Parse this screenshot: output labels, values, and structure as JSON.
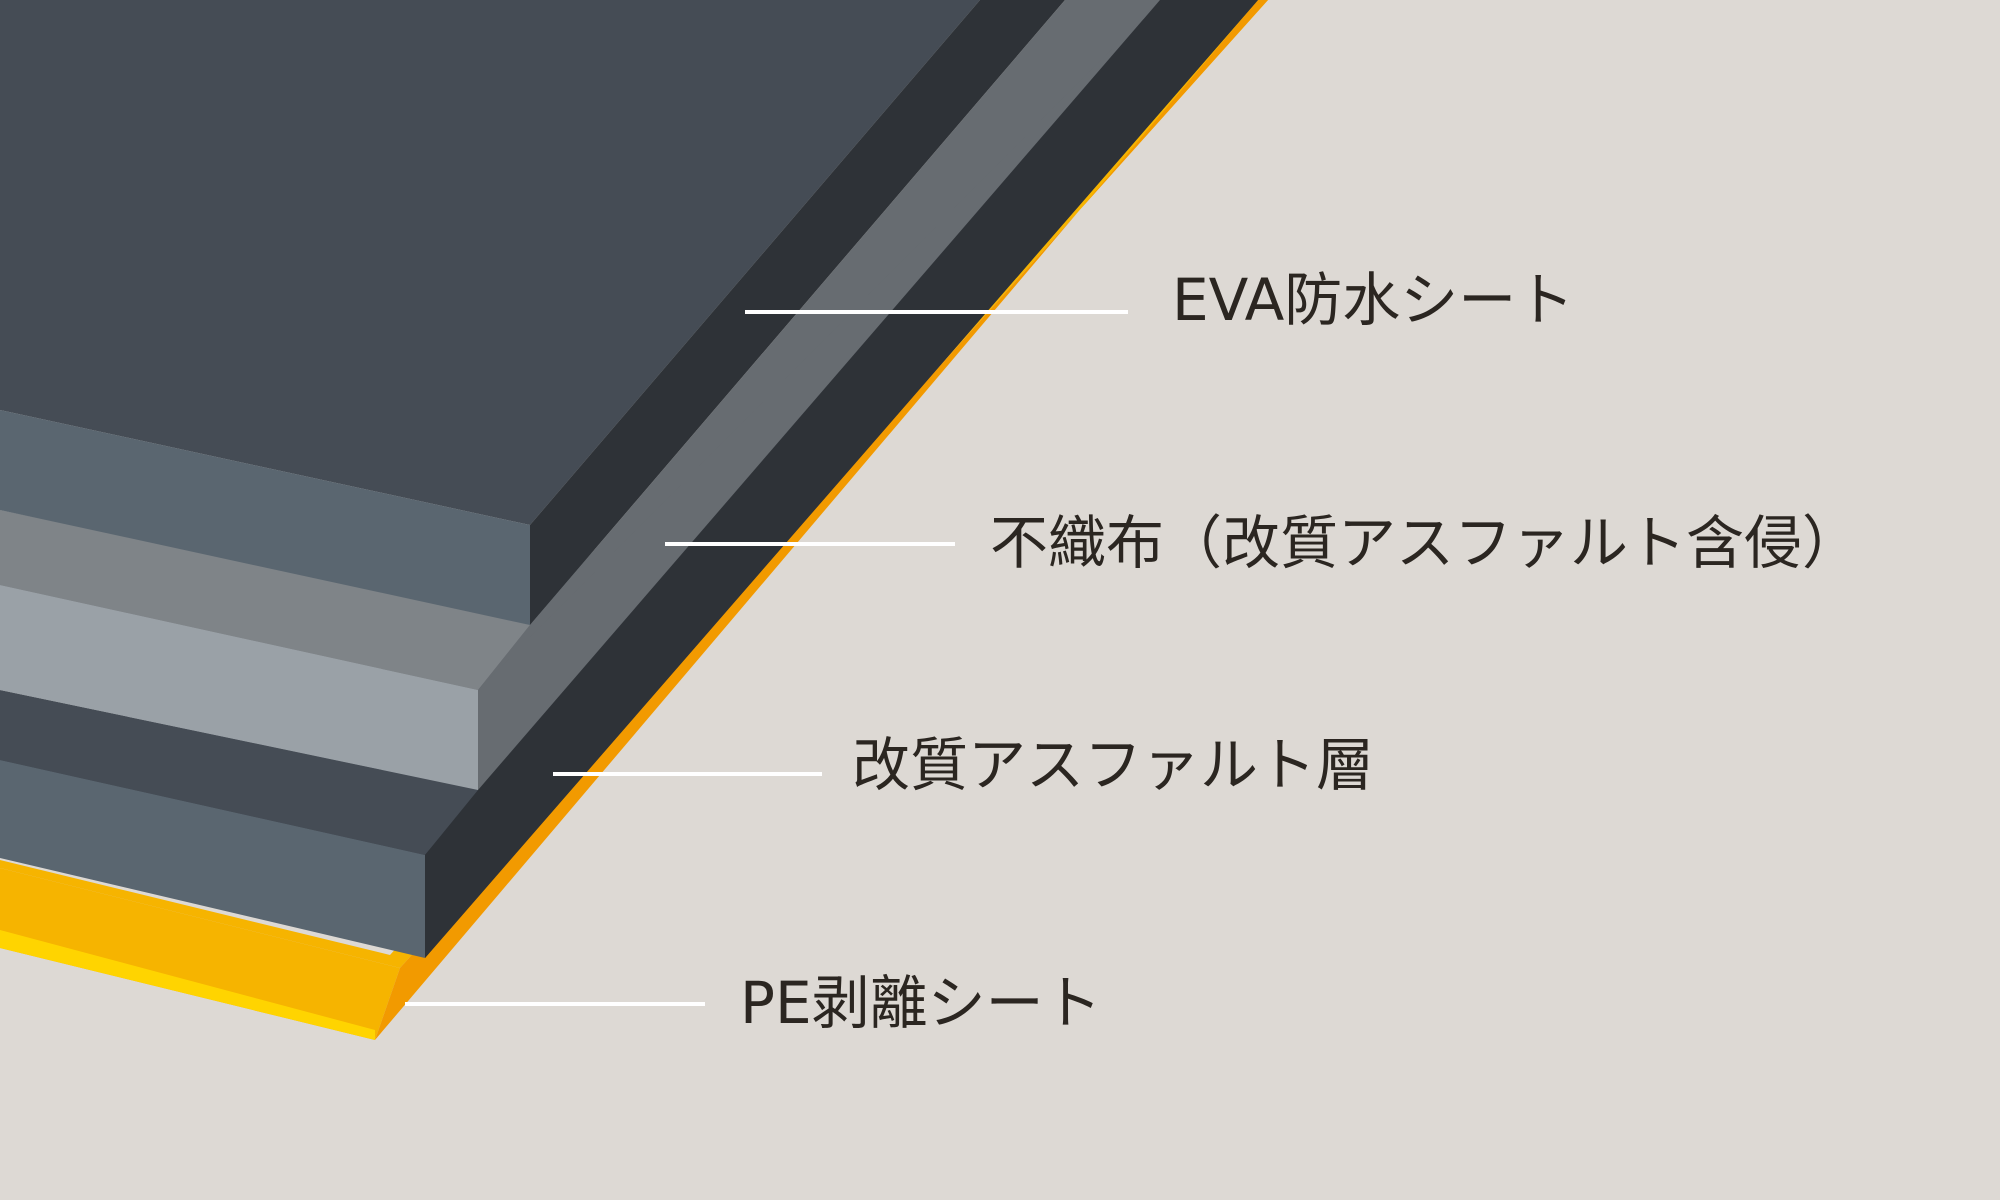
{
  "labels": {
    "eva": "EVA防水シート",
    "fabric": "不織布（改質アスファルト含侵）",
    "asphalt": "改質アスファルト層",
    "pe": "PE剥離シート"
  },
  "colors": {
    "background": "#ddd9d4",
    "eva_top": "#454c55",
    "eva_front": "#5a6670",
    "eva_side": "#2e3237",
    "fabric_top": "#7f8488",
    "fabric_front": "#9aa1a7",
    "fabric_side": "#676c71",
    "asphalt_top": "#444b53",
    "asphalt_front": "#59656d",
    "asphalt_side": "#2e3237",
    "pe_top": "#f6b400",
    "pe_front": "#ffd400",
    "pe_side": "#f29a00",
    "leader": "#ffffff",
    "text": "#2b2621"
  }
}
